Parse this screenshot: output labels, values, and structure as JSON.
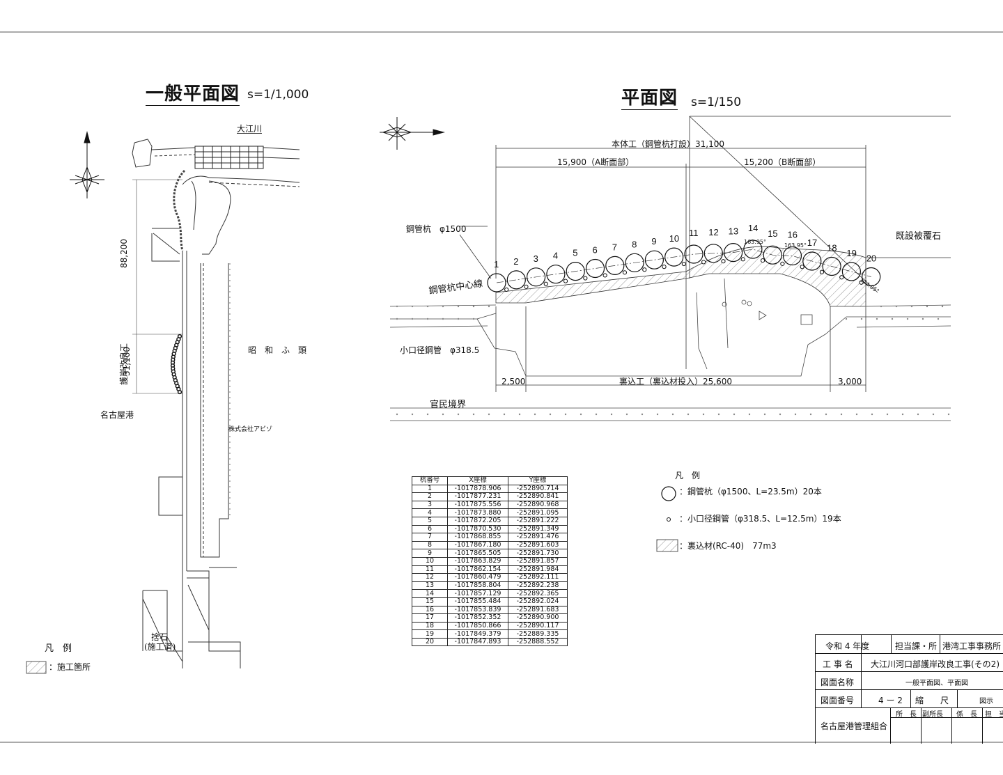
{
  "general_plan": {
    "title": "一般平面図",
    "scale": "s=1/1,000",
    "labels": {
      "river": "大江川",
      "dim_88200": "88,200",
      "works_name": "護岸改良工",
      "dim_31100": "31,100",
      "pier": "昭　和　ふ　頭",
      "port": "名古屋港",
      "company": "株式会社アビゾ",
      "riprap_line1": "捨石",
      "riprap_line2": "(施工済)"
    },
    "legend": {
      "title": "凡　例",
      "item": "：施工箇所"
    }
  },
  "plan": {
    "title": "平面図",
    "scale": "s=1/150",
    "dims": {
      "total": "本体工（鋼管杭打設）31,100",
      "a_section": "15,900（A断面部）",
      "b_section": "15,200（B断面部）",
      "left_end": "2,500",
      "backfill": "裏込工（裏込材投入）25,600",
      "right_end": "3,000"
    },
    "labels": {
      "steel_pile": "鋼管杭　φ1500",
      "pile_center": "鋼管杭中心線",
      "small_pipe": "小口径鋼管　φ318.5",
      "existing": "既設被覆石",
      "boundary": "官民境界",
      "angle1": "163.95°",
      "angle2": "163.95°",
      "angle3": "174.05°"
    },
    "pile_numbers": [
      "1",
      "2",
      "3",
      "4",
      "5",
      "6",
      "7",
      "8",
      "9",
      "10",
      "11",
      "12",
      "13",
      "14",
      "15",
      "16",
      "17",
      "18",
      "19",
      "20"
    ]
  },
  "legend": {
    "title": "凡　例",
    "items": [
      "：鋼管杭（φ1500、L=23.5m）20本",
      "：小口径鋼管（φ318.5、L=12.5m）19本",
      "：裏込材(RC-40)　77m3"
    ]
  },
  "coord_table": {
    "headers": [
      "杭番号",
      "X座標",
      "Y座標"
    ],
    "rows": [
      [
        "1",
        "-1017878.906",
        "-252890.714"
      ],
      [
        "2",
        "-1017877.231",
        "-252890.841"
      ],
      [
        "3",
        "-1017875.556",
        "-252890.968"
      ],
      [
        "4",
        "-1017873.880",
        "-252891.095"
      ],
      [
        "5",
        "-1017872.205",
        "-252891.222"
      ],
      [
        "6",
        "-1017870.530",
        "-252891.349"
      ],
      [
        "7",
        "-1017868.855",
        "-252891.476"
      ],
      [
        "8",
        "-1017867.180",
        "-252891.603"
      ],
      [
        "9",
        "-1017865.505",
        "-252891.730"
      ],
      [
        "10",
        "-1017863.829",
        "-252891.857"
      ],
      [
        "11",
        "-1017862.154",
        "-252891.984"
      ],
      [
        "12",
        "-1017860.479",
        "-252892.111"
      ],
      [
        "13",
        "-1017858.804",
        "-252892.238"
      ],
      [
        "14",
        "-1017857.129",
        "-252892.365"
      ],
      [
        "15",
        "-1017855.484",
        "-252892.024"
      ],
      [
        "16",
        "-1017853.839",
        "-252891.683"
      ],
      [
        "17",
        "-1017852.352",
        "-252890.900"
      ],
      [
        "18",
        "-1017850.866",
        "-252890.117"
      ],
      [
        "19",
        "-1017849.379",
        "-252889.335"
      ],
      [
        "20",
        "-1017847.893",
        "-252888.552"
      ]
    ]
  },
  "title_block": {
    "fiscal_year": "令和 4 年度",
    "dept_label": "担当課・所",
    "dept_value": "港湾工事事務所",
    "project_label": "工 事 名",
    "project_value": "大江川河口部護岸改良工事(その2)",
    "drawing_name_label": "図面名称",
    "drawing_name_value": "一般平面図、平面図",
    "drawing_no_label": "図面番号",
    "drawing_no_value": "4 ー 2",
    "scale_label": "縮　　尺",
    "scale_value": "図示",
    "org": "名古屋港管理組合",
    "approvals": [
      "所　長",
      "副所長",
      "係　長",
      "担　当"
    ]
  }
}
